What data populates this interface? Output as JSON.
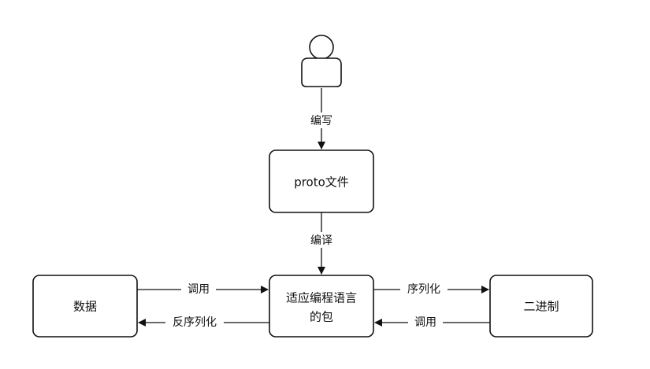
{
  "nodes": {
    "proto": {
      "label": "proto文件"
    },
    "adapter": {
      "line1": "适应编程语言",
      "line2": "的包"
    },
    "data": {
      "label": "数据"
    },
    "binary": {
      "label": "二进制"
    }
  },
  "edges": {
    "write": {
      "label": "编写"
    },
    "compile": {
      "label": "编译"
    },
    "data_call": {
      "label": "调用"
    },
    "deserialize": {
      "label": "反序列化"
    },
    "serialize": {
      "label": "序列化"
    },
    "binary_call": {
      "label": "调用"
    }
  },
  "icons": {
    "actor": "user-icon"
  }
}
